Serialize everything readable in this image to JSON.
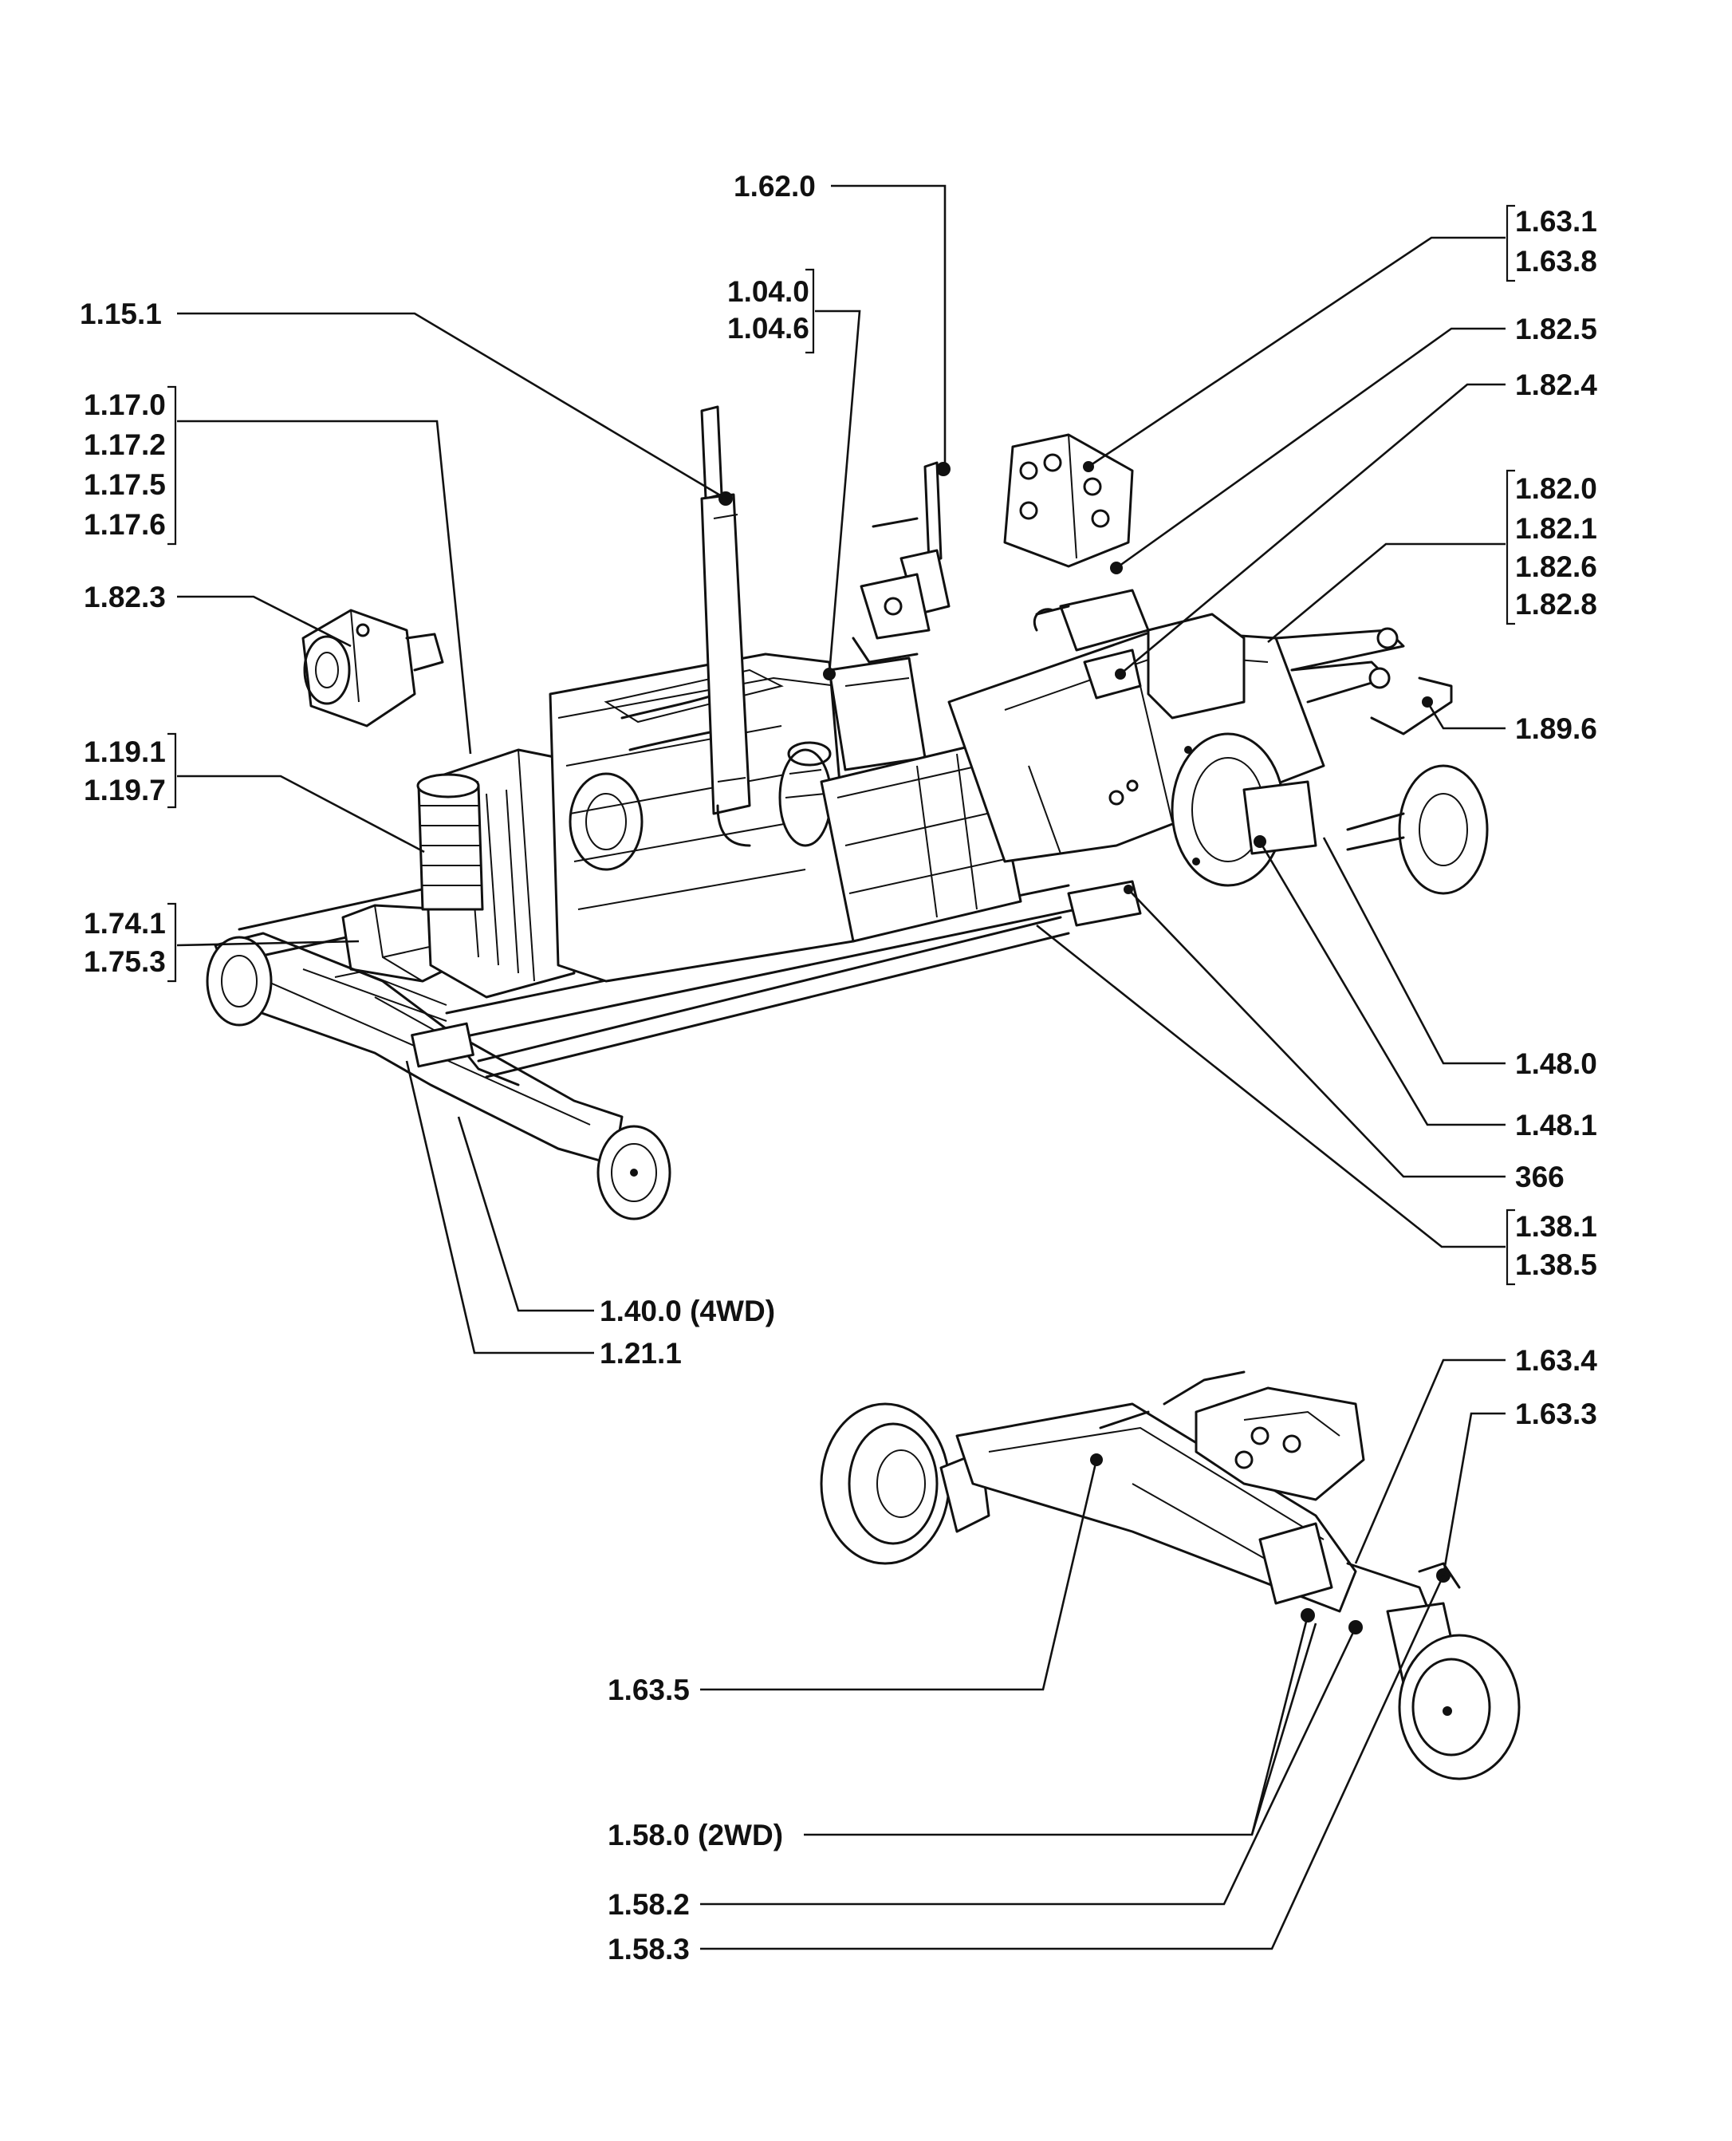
{
  "labels": {
    "l_1_62_0": "1.62.0",
    "l_1_04_0": "1.04.0",
    "l_1_04_6": "1.04.6",
    "l_1_15_1": "1.15.1",
    "l_1_17_0": "1.17.0",
    "l_1_17_2": "1.17.2",
    "l_1_17_5": "1.17.5",
    "l_1_17_6": "1.17.6",
    "l_1_82_3": "1.82.3",
    "l_1_19_1": "1.19.1",
    "l_1_19_7": "1.19.7",
    "l_1_74_1": "1.74.1",
    "l_1_75_3": "1.75.3",
    "l_1_40_0": "1.40.0 (4WD)",
    "l_1_21_1": "1.21.1",
    "l_1_63_1": "1.63.1",
    "l_1_63_8": "1.63.8",
    "l_1_82_5": "1.82.5",
    "l_1_82_4": "1.82.4",
    "l_1_82_0": "1.82.0",
    "l_1_82_1": "1.82.1",
    "l_1_82_6": "1.82.6",
    "l_1_82_8": "1.82.8",
    "l_1_89_6": "1.89.6",
    "l_1_48_0": "1.48.0",
    "l_1_48_1": "1.48.1",
    "l_366": "366",
    "l_1_38_1": "1.38.1",
    "l_1_38_5": "1.38.5",
    "l_1_63_4": "1.63.4",
    "l_1_63_3": "1.63.3",
    "l_1_63_5": "1.63.5",
    "l_1_58_0": "1.58.0 (2WD)",
    "l_1_58_2": "1.58.2",
    "l_1_58_3": "1.58.3"
  }
}
